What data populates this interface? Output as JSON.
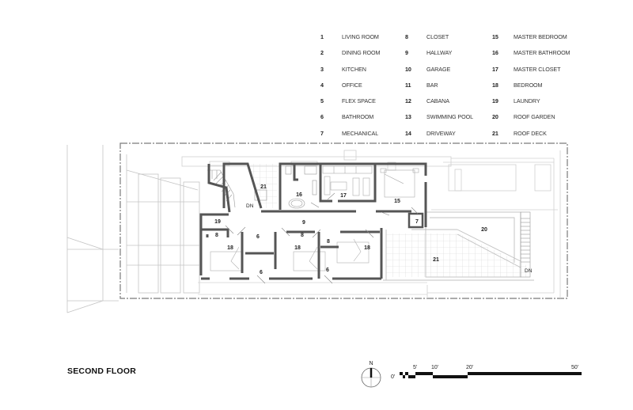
{
  "drawing": {
    "title": "SECOND FLOOR",
    "type": "architectural floor plan"
  },
  "legend": {
    "columns": [
      [
        {
          "num": "1",
          "label": "LIVING ROOM"
        },
        {
          "num": "2",
          "label": "DINING ROOM"
        },
        {
          "num": "3",
          "label": "KITCHEN"
        },
        {
          "num": "4",
          "label": "OFFICE"
        },
        {
          "num": "5",
          "label": "FLEX SPACE"
        },
        {
          "num": "6",
          "label": "BATHROOM"
        },
        {
          "num": "7",
          "label": "MECHANICAL"
        }
      ],
      [
        {
          "num": "8",
          "label": "CLOSET"
        },
        {
          "num": "9",
          "label": "HALLWAY"
        },
        {
          "num": "10",
          "label": "GARAGE"
        },
        {
          "num": "11",
          "label": "BAR"
        },
        {
          "num": "12",
          "label": "CABANA"
        },
        {
          "num": "13",
          "label": "SWIMMING POOL"
        },
        {
          "num": "14",
          "label": "DRIVEWAY"
        }
      ],
      [
        {
          "num": "15",
          "label": "MASTER BEDROOM"
        },
        {
          "num": "16",
          "label": "MASTER BATHROOM"
        },
        {
          "num": "17",
          "label": "MASTER CLOSET"
        },
        {
          "num": "18",
          "label": "BEDROOM"
        },
        {
          "num": "19",
          "label": "LAUNDRY"
        },
        {
          "num": "20",
          "label": "ROOF GARDEN"
        },
        {
          "num": "21",
          "label": "ROOF DECK"
        }
      ]
    ]
  },
  "plan_labels": {
    "roof_deck_north": "21",
    "master_bath": "16",
    "master_closet": "17",
    "master_bedroom": "15",
    "hallway": "9",
    "laundry": "19",
    "mechanical": "7",
    "closet_west": "8",
    "bath_west_upper": "6",
    "bedroom_west": "18",
    "bath_west_lower": "6",
    "closet_mid": "8",
    "bedroom_mid": "18",
    "closet_east": "8",
    "bath_east": "6",
    "bedroom_east": "18",
    "roof_garden": "20",
    "roof_deck_south": "21",
    "stair_dn_west": "DN",
    "stair_dn_east": "DN"
  },
  "north_arrow": {
    "label": "N"
  },
  "scale_bar": {
    "ticks": [
      "0'",
      "5'",
      "10'",
      "20'",
      "50'"
    ]
  },
  "colors": {
    "wall": "#555555",
    "light_line": "#cccccc",
    "property_line": "#888888"
  }
}
